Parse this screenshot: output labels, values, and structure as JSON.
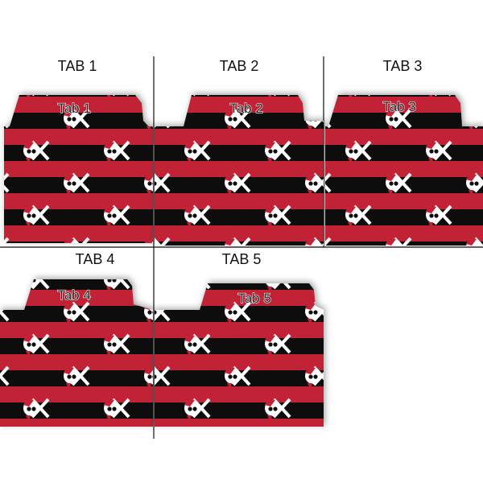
{
  "panels": [
    {
      "header": "TAB 1",
      "tab_label": "Tab 1"
    },
    {
      "header": "TAB 2",
      "tab_label": "Tab 2"
    },
    {
      "header": "TAB 3",
      "tab_label": "Tab 3"
    },
    {
      "header": "TAB 4",
      "tab_label": "Tab 4"
    },
    {
      "header": "TAB 5",
      "tab_label": "Tab 5"
    }
  ],
  "pattern": {
    "name": "skull-and-crossbones-stripes",
    "stripe_colors": [
      "#c22434",
      "#111111"
    ],
    "motif_color": "#ffffff"
  }
}
